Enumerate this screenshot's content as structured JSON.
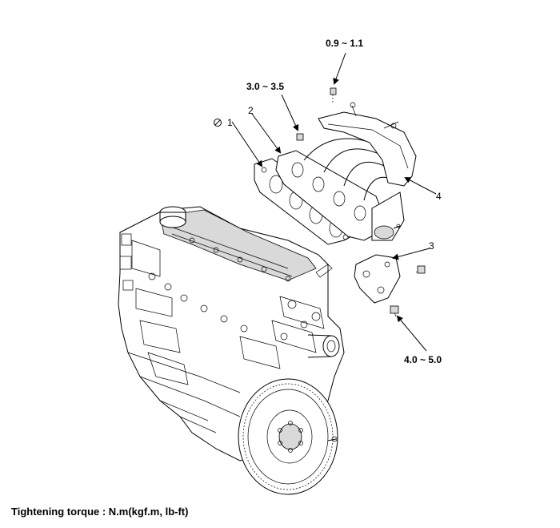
{
  "labels": {
    "torque_top": "0.9 ~ 1.1",
    "torque_manifold": "3.0 ~ 3.5",
    "torque_bracket": "4.0 ~ 5.0",
    "part_1": "1",
    "part_2": "2",
    "part_3": "3",
    "part_4": "4"
  },
  "caption": "Tightening torque : N.m(kgf.m, lb-ft)",
  "icons": {
    "non_reusable": "prohibited-circle-icon"
  }
}
